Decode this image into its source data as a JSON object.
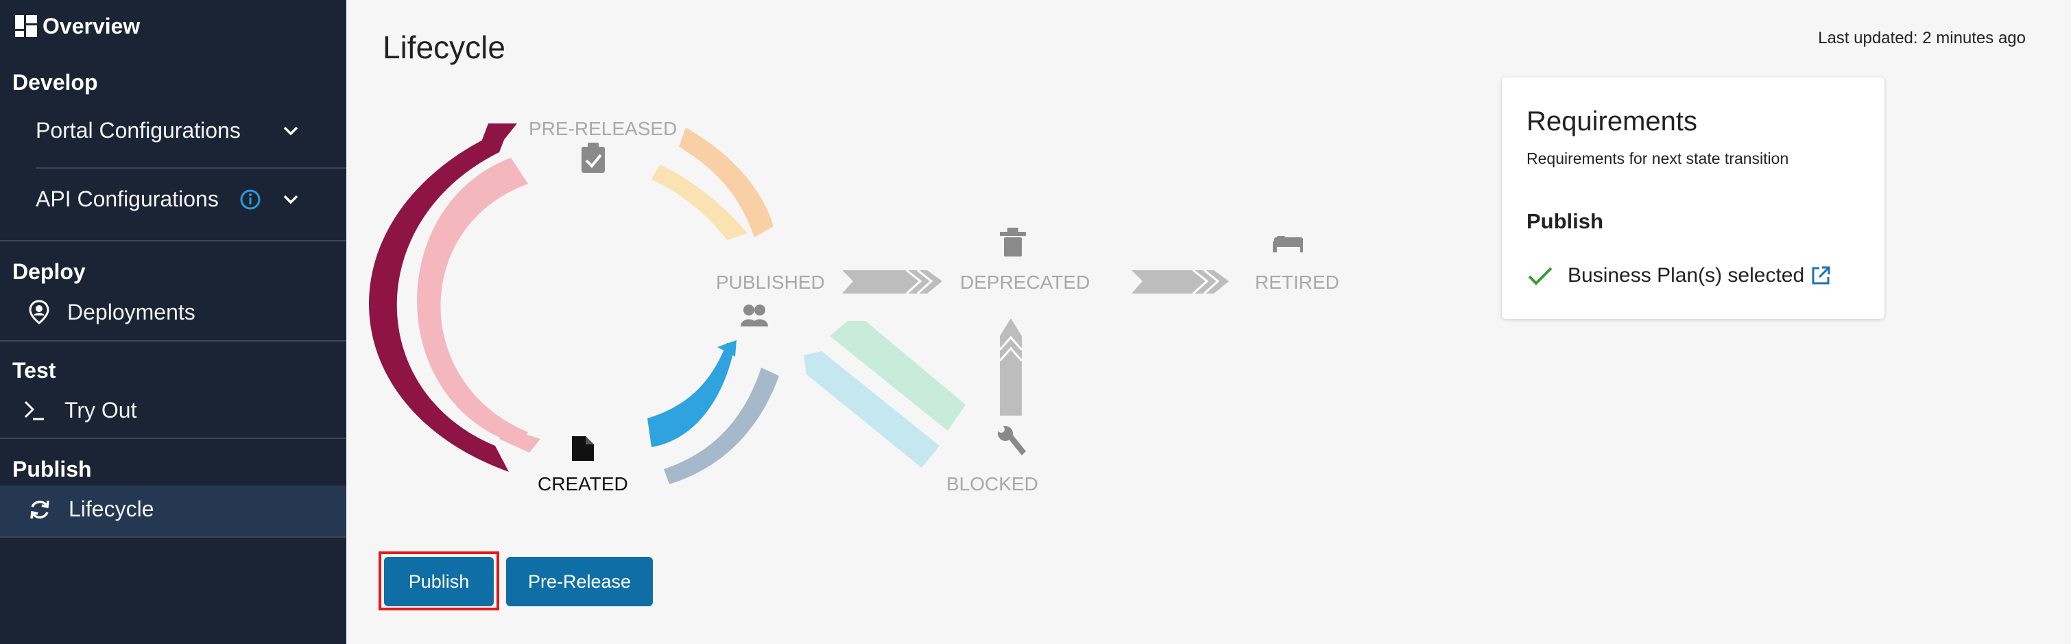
{
  "sidebar": {
    "header": "Overview",
    "sections": [
      {
        "title": "Develop",
        "items": [
          {
            "label": "Portal Configurations"
          },
          {
            "label": "API Configurations"
          }
        ]
      },
      {
        "title": "Deploy",
        "items": [
          {
            "label": "Deployments"
          }
        ]
      },
      {
        "title": "Test",
        "items": [
          {
            "label": "Try Out"
          }
        ]
      },
      {
        "title": "Publish",
        "items": [
          {
            "label": "Lifecycle"
          }
        ]
      }
    ]
  },
  "main": {
    "title": "Lifecycle",
    "last_updated": "Last updated: 2 minutes ago"
  },
  "lifecycle": {
    "states": {
      "pre_released": "PRE-RELEASED",
      "published": "PUBLISHED",
      "deprecated": "DEPRECATED",
      "retired": "RETIRED",
      "created": "CREATED",
      "blocked": "BLOCKED"
    },
    "current_state": "CREATED"
  },
  "requirements": {
    "title": "Requirements",
    "subtitle": "Requirements for next state transition",
    "section": "Publish",
    "items": [
      {
        "label": "Business Plan(s) selected",
        "status": "met"
      }
    ]
  },
  "actions": {
    "publish": "Publish",
    "pre_release": "Pre-Release"
  },
  "colors": {
    "sidebar_bg": "#1b2435",
    "sidebar_active": "#243852",
    "button": "#0f6ea6",
    "check": "#3a9a3a",
    "link_icon": "#1a73b8",
    "info_icon": "#2a9ad8",
    "highlight_border": "#e01a1a"
  }
}
